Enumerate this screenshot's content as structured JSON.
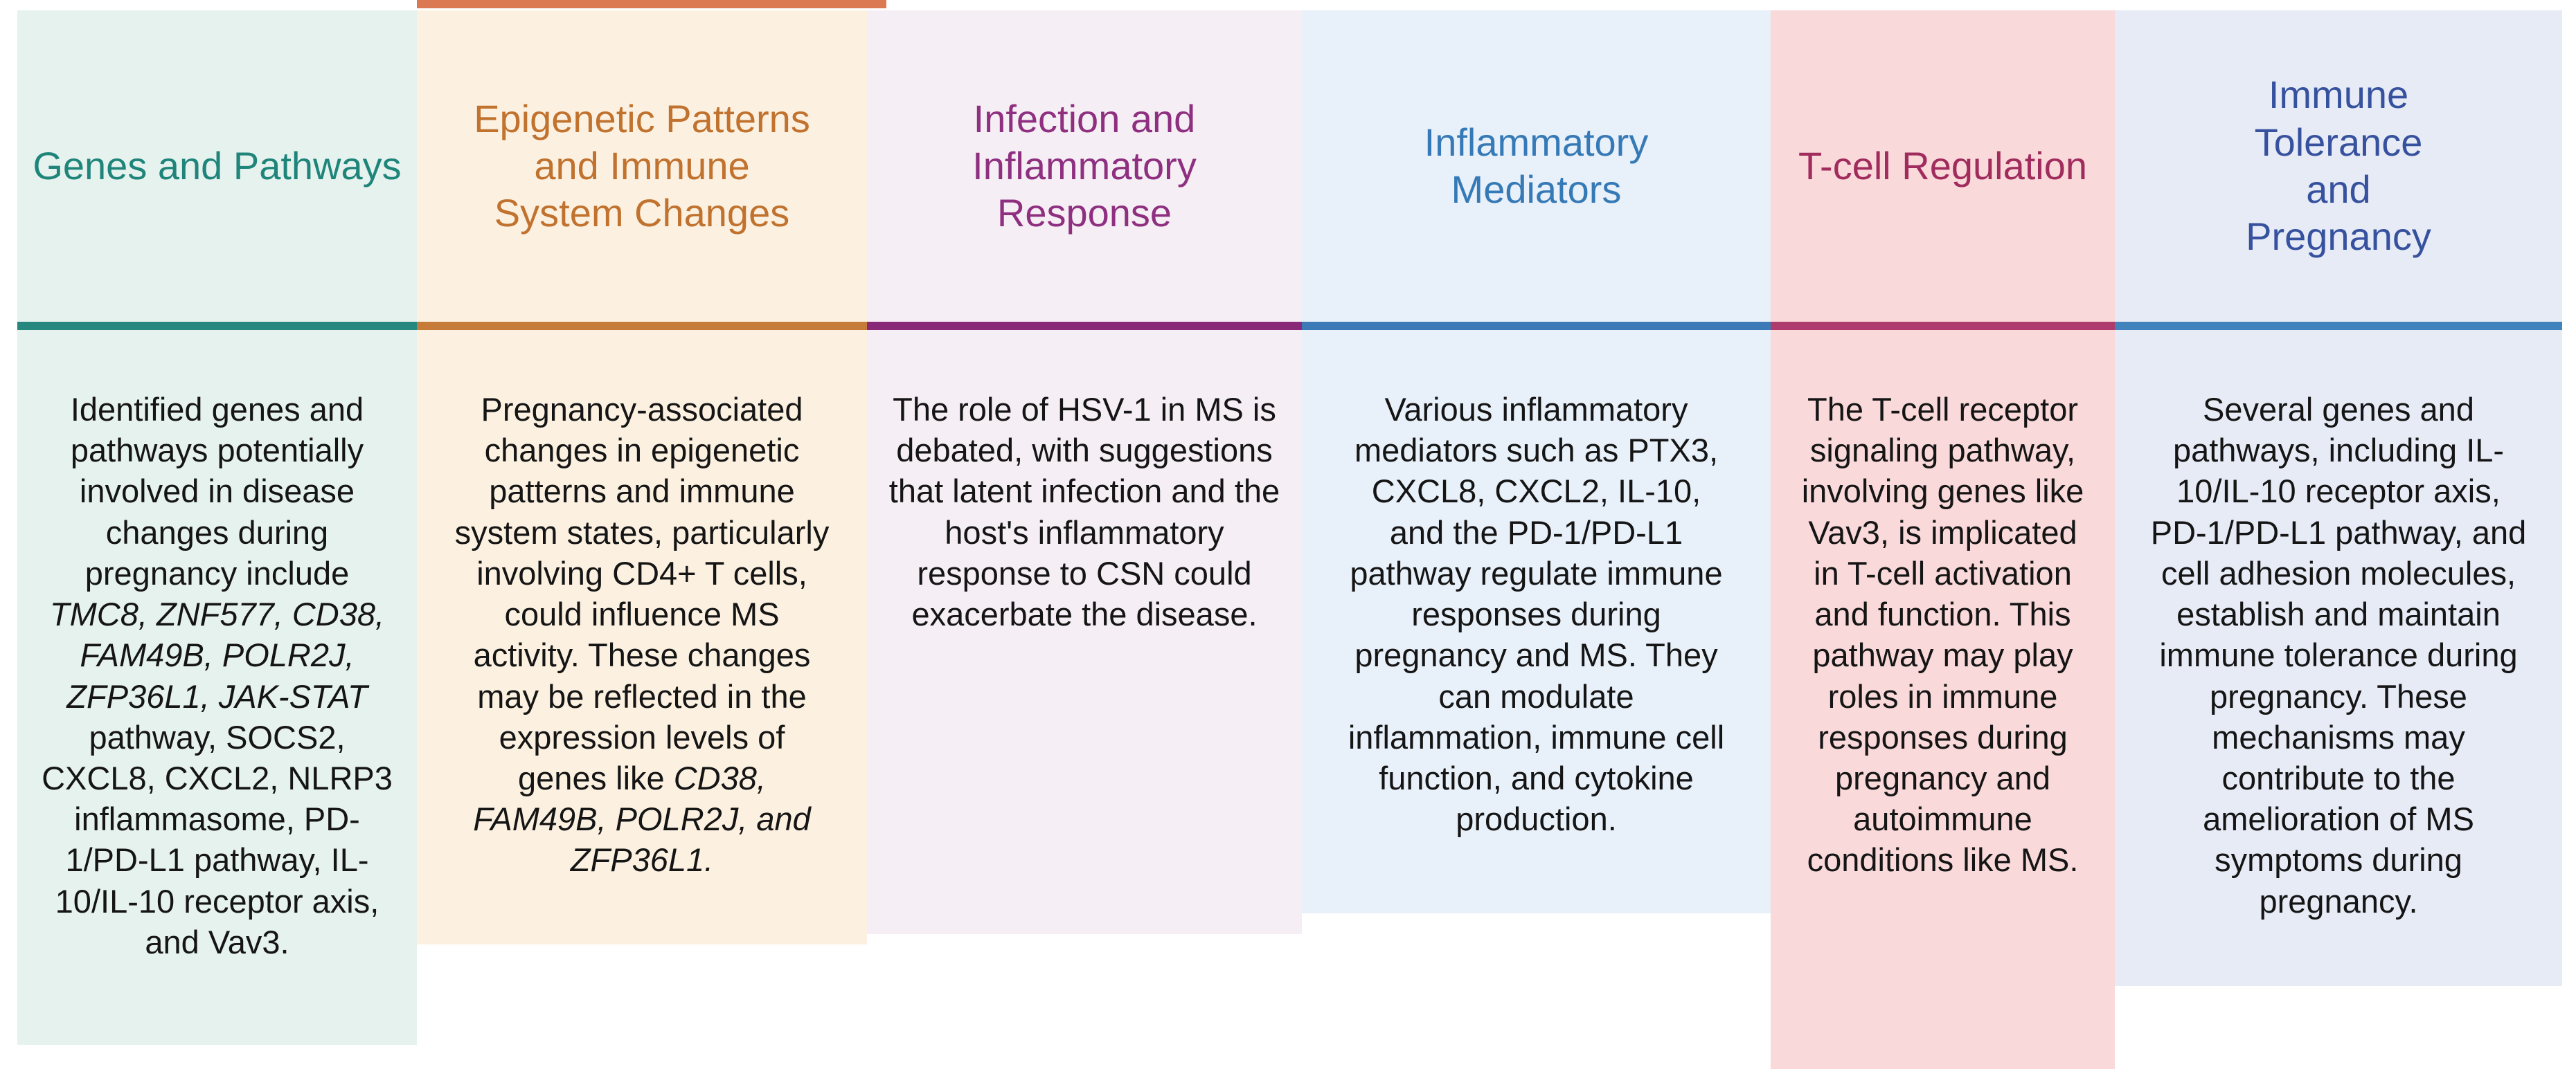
{
  "figure": {
    "description": "Six-column color-coded summary table of genes, pathways and immune mechanisms relating multiple sclerosis (MS) and pregnancy"
  },
  "decorations": {
    "top_edge_strip_color": "#DB7A52"
  },
  "columns": [
    {
      "id": "genes-and-pathways",
      "title": "Genes and Pathways",
      "colors": {
        "background": "#E6F2EE",
        "title": "#1F857B",
        "divider": "#25877D"
      },
      "body_parts": {
        "lead": "Identified genes and pathways potentially involved in disease changes during pregnancy include ",
        "italic": "TMC8, ZNF577, CD38, FAM49B, POLR2J, ZFP36L1, JAK-STAT",
        "rest": " pathway, SOCS2, CXCL8, CXCL2, NLRP3 inflammasome, PD-1/PD-L1 pathway, IL-10/IL-10 receptor axis, and Vav3."
      }
    },
    {
      "id": "epigenetic-patterns-and-immune-system-changes",
      "title": "Epigenetic Patterns\nand Immune\nSystem Changes",
      "colors": {
        "background": "#FCF1E1",
        "title": "#C0722E",
        "divider": "#C77B39"
      },
      "body_parts": {
        "lead": "Pregnancy-associated changes in epigenetic patterns and immune system states, particularly involving CD4+ T cells, could influence MS activity. These changes may be reflected in the expression levels of genes like ",
        "italic": "CD38, FAM49B, POLR2J, and ZFP36L1.",
        "rest": ""
      }
    },
    {
      "id": "infection-and-inflammatory-response",
      "title": "Infection and\nInflammatory\nResponse",
      "colors": {
        "background": "#F5EEF4",
        "title": "#8E2F80",
        "divider": "#8A2878"
      },
      "body_parts": {
        "lead": "The role of HSV-1 in MS is debated, with suggestions that latent infection and the host's inflammatory response to CSN could exacerbate the disease.",
        "italic": "",
        "rest": ""
      }
    },
    {
      "id": "inflammatory-mediators",
      "title": "Inflammatory\nMediators",
      "colors": {
        "background": "#E8F0F9",
        "title": "#3579B6",
        "divider": "#3B7AB6"
      },
      "body_parts": {
        "lead": "Various inflammatory mediators such as PTX3, CXCL8, CXCL2, IL-10, and the PD-1/PD-L1 pathway regulate immune responses during pregnancy and MS. They can modulate inflammation, immune cell function, and cytokine production.",
        "italic": "",
        "rest": ""
      }
    },
    {
      "id": "t-cell-regulation",
      "title": "T-cell Regulation",
      "colors": {
        "background": "#F9D9D9",
        "title": "#A02C5E",
        "divider": "#AE3A6E"
      },
      "body_parts": {
        "lead": "The T-cell receptor signaling pathway, involving genes like Vav3, is implicated in T-cell activation and function. This pathway may play roles in immune responses during pregnancy and autoimmune conditions like MS.",
        "italic": "",
        "rest": ""
      }
    },
    {
      "id": "immune-tolerance-and-pregnancy",
      "title": "Immune\nTolerance\nand\nPregnancy",
      "colors": {
        "background": "#E7EBF6",
        "title": "#36519E",
        "divider": "#4183BD"
      },
      "body_parts": {
        "lead": "Several genes and pathways, including IL-10/IL-10 receptor axis, PD-1/PD-L1 pathway, and cell adhesion molecules, establish and maintain immune tolerance during pregnancy. These mechanisms may contribute to the amelioration of MS symptoms during pregnancy.",
        "italic": "",
        "rest": ""
      }
    }
  ]
}
